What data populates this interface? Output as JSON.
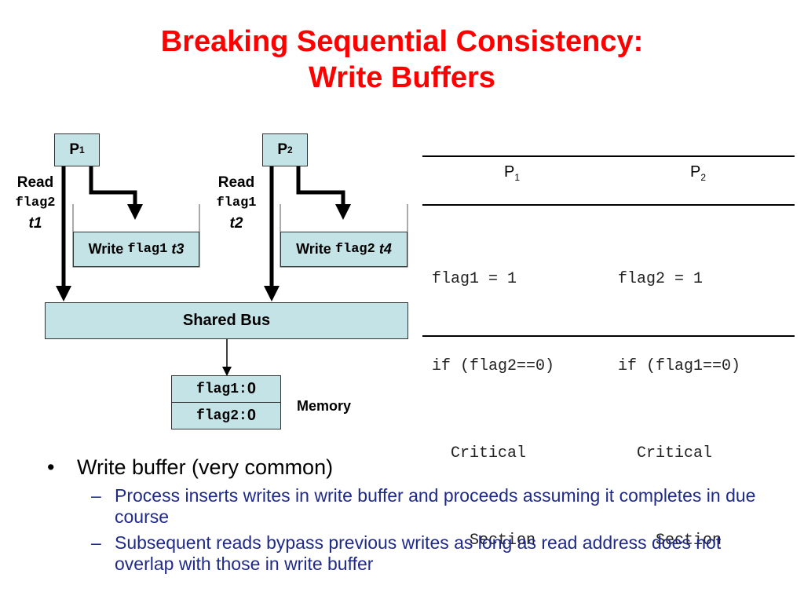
{
  "title": {
    "line1": "Breaking Sequential Consistency:",
    "line2": "Write Buffers"
  },
  "diagram": {
    "p1": {
      "name": "P",
      "sub": "1"
    },
    "p2": {
      "name": "P",
      "sub": "2"
    },
    "read1": {
      "word": "Read",
      "var": "flag2",
      "time": "t1"
    },
    "read2": {
      "word": "Read",
      "var": "flag1",
      "time": "t2"
    },
    "wb1": {
      "word": "Write",
      "var": "flag1",
      "time": "t3"
    },
    "wb2": {
      "word": "Write",
      "var": "flag2",
      "time": "t4"
    },
    "bus": "Shared Bus",
    "memory": {
      "label": "Memory",
      "cells": [
        {
          "var": "flag1:",
          "value": "0"
        },
        {
          "var": "flag2:",
          "value": "0"
        }
      ]
    }
  },
  "program_table": {
    "headers": [
      {
        "name": "P",
        "sub": "1"
      },
      {
        "name": "P",
        "sub": "2"
      }
    ],
    "p1_code": [
      "flag1 = 1",
      "if (flag2==0)",
      "  Critical",
      "    Section"
    ],
    "p2_code": [
      "flag2 = 1",
      "if (flag1==0)",
      "  Critical",
      "    Section"
    ]
  },
  "bullets": {
    "main": "Write buffer (very common)",
    "subs": [
      "Process inserts writes in write buffer and proceeds assuming it completes in due course",
      "Subsequent reads bypass previous writes as long as read address does not overlap with those in write buffer"
    ]
  }
}
